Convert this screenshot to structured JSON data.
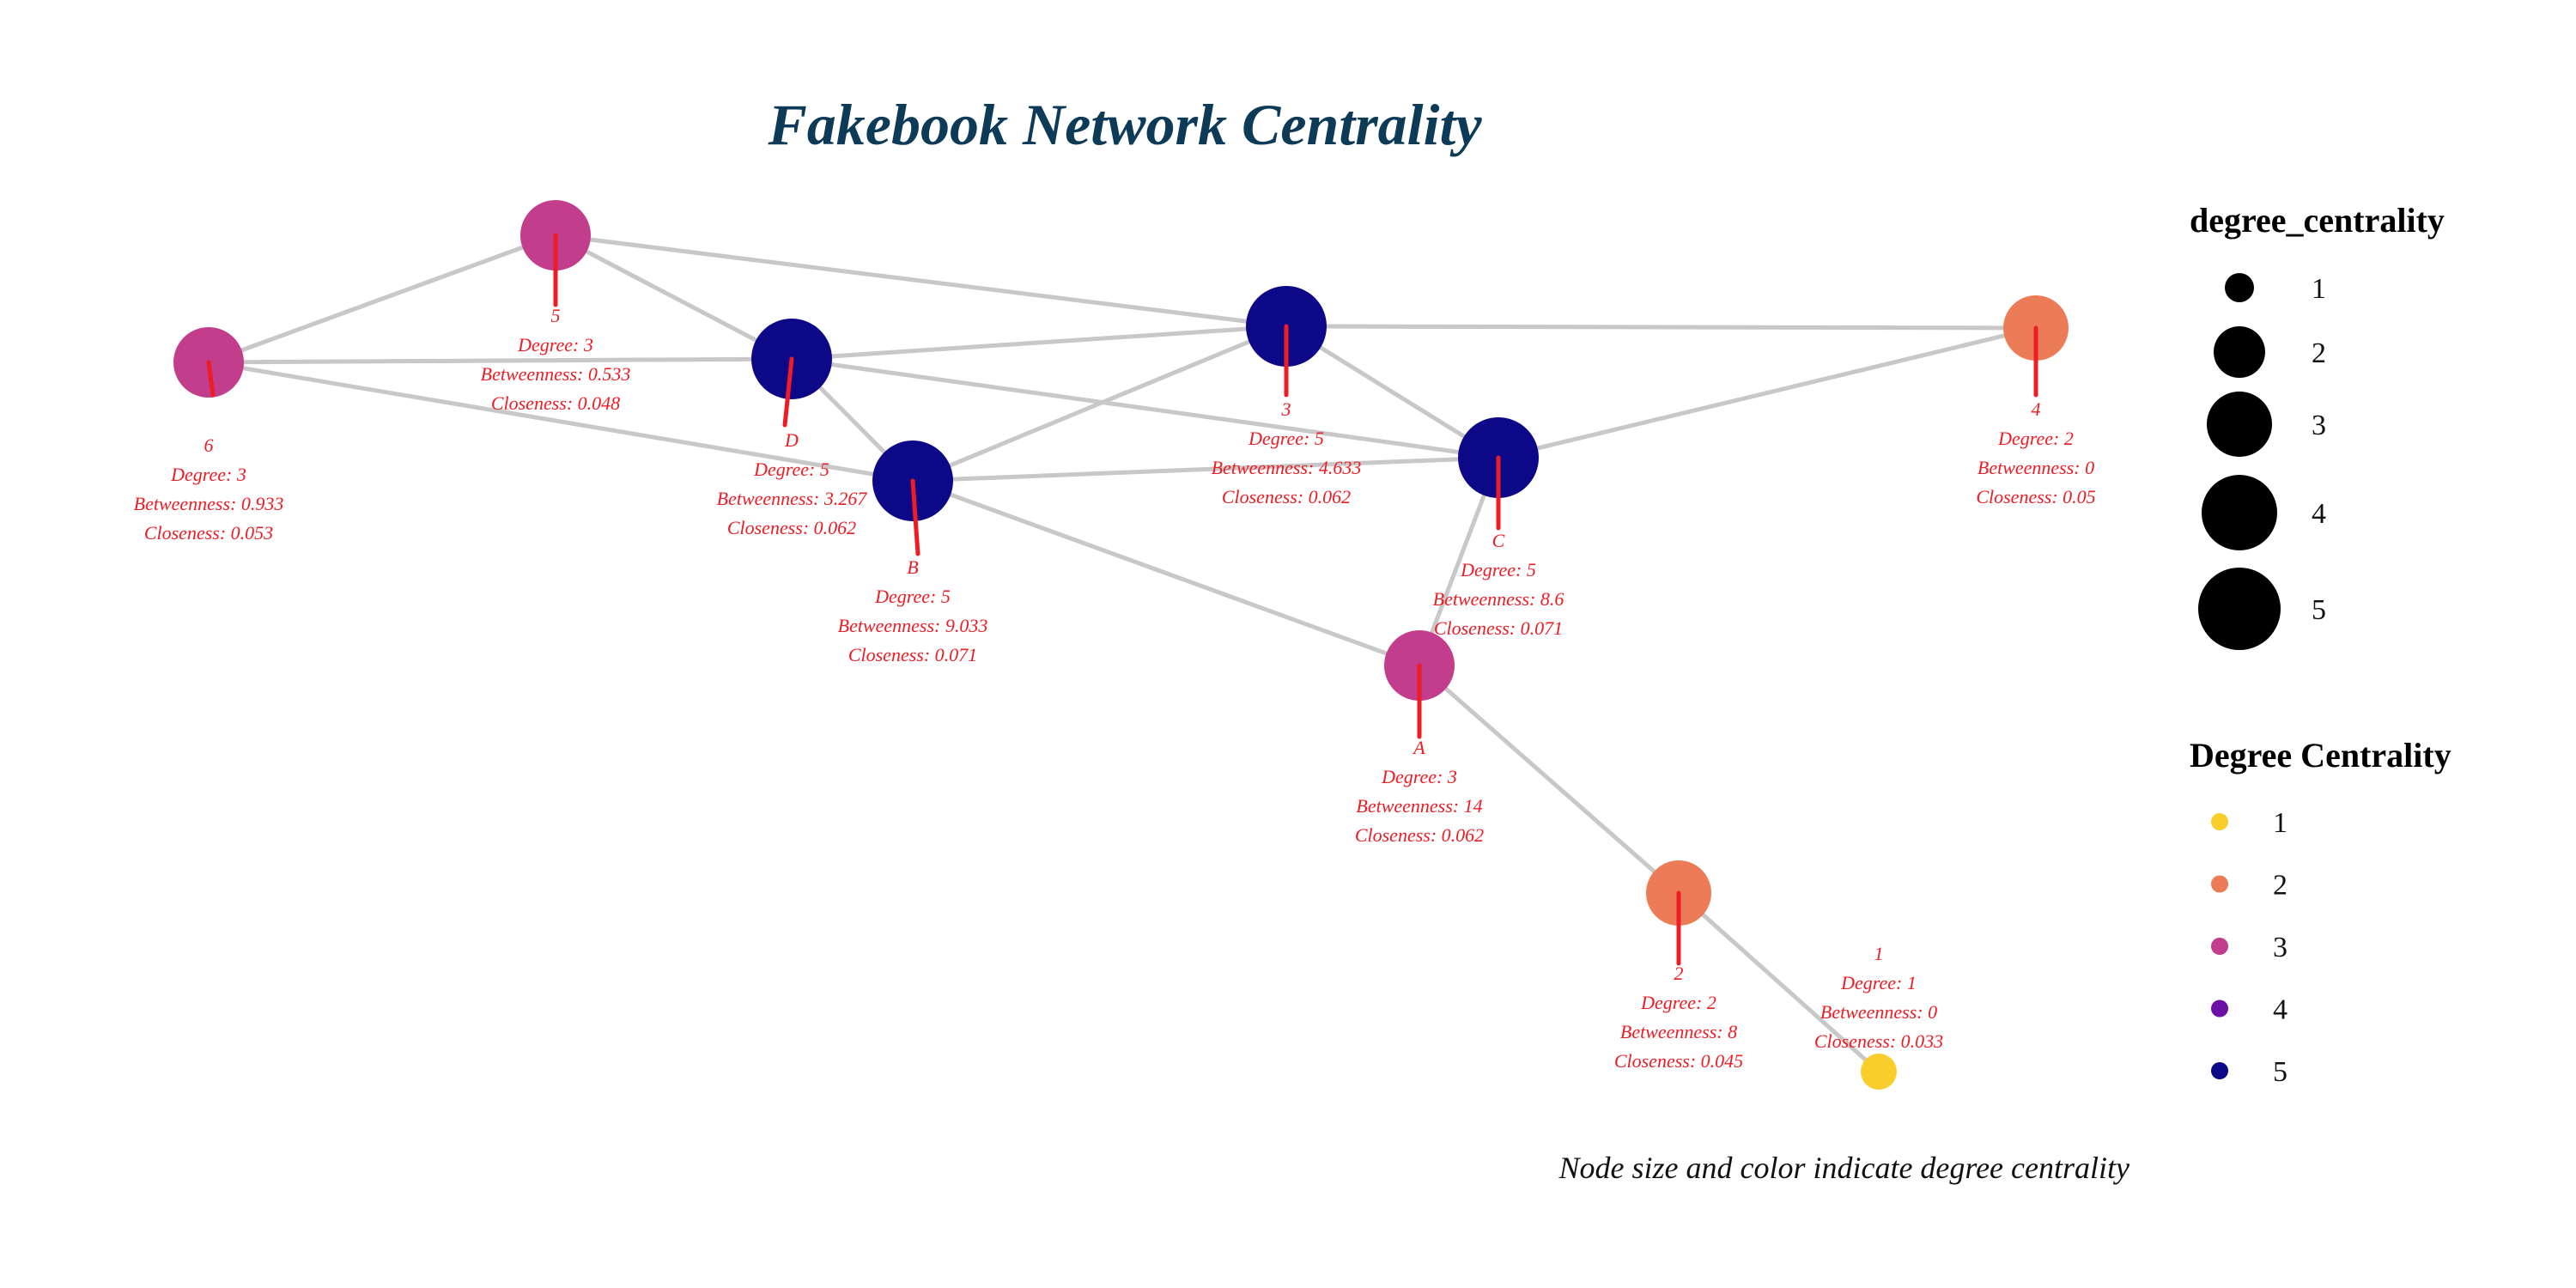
{
  "title": "Fakebook Network Centrality",
  "caption": "Node size and color indicate degree centrality",
  "colors": {
    "title": "#0d3b57",
    "edge": "#c8c8c8",
    "label": "#ee1c24",
    "tick": "#ee1c24",
    "size_legend": "#000000"
  },
  "degree_colors": {
    "1": "#f9ce2a",
    "2": "#ec7c57",
    "3": "#c23d8b",
    "4": "#6a10a6",
    "5": "#0d0887"
  },
  "legend_size": {
    "title": "degree_centrality",
    "items": [
      "1",
      "2",
      "3",
      "4",
      "5"
    ]
  },
  "legend_color": {
    "title": "Degree Centrality",
    "items": [
      "1",
      "2",
      "3",
      "4",
      "5"
    ]
  },
  "nodes": [
    {
      "id": "5",
      "degree": 3,
      "name_text": "5",
      "degree_text": "Degree: 3",
      "betweenness_text": "Betweenness: 0.533",
      "closeness_text": "Closeness: 0.048"
    },
    {
      "id": "6",
      "degree": 3,
      "name_text": "6",
      "degree_text": "Degree: 3",
      "betweenness_text": "Betweenness: 0.933",
      "closeness_text": "Closeness: 0.053"
    },
    {
      "id": "D",
      "degree": 5,
      "name_text": "D",
      "degree_text": "Degree: 5",
      "betweenness_text": "Betweenness: 3.267",
      "closeness_text": "Closeness: 0.062"
    },
    {
      "id": "B",
      "degree": 5,
      "name_text": "B",
      "degree_text": "Degree: 5",
      "betweenness_text": "Betweenness: 9.033",
      "closeness_text": "Closeness: 0.071"
    },
    {
      "id": "3",
      "degree": 5,
      "name_text": "3",
      "degree_text": "Degree: 5",
      "betweenness_text": "Betweenness: 4.633",
      "closeness_text": "Closeness: 0.062"
    },
    {
      "id": "C",
      "degree": 5,
      "name_text": "C",
      "degree_text": "Degree: 5",
      "betweenness_text": "Betweenness: 8.6",
      "closeness_text": "Closeness: 0.071"
    },
    {
      "id": "4",
      "degree": 2,
      "name_text": "4",
      "degree_text": "Degree: 2",
      "betweenness_text": "Betweenness: 0",
      "closeness_text": "Closeness: 0.05"
    },
    {
      "id": "A",
      "degree": 3,
      "name_text": "A",
      "degree_text": "Degree: 3",
      "betweenness_text": "Betweenness: 14",
      "closeness_text": "Closeness: 0.062"
    },
    {
      "id": "2",
      "degree": 2,
      "name_text": "2",
      "degree_text": "Degree: 2",
      "betweenness_text": "Betweenness: 8",
      "closeness_text": "Closeness: 0.045"
    },
    {
      "id": "1",
      "degree": 1,
      "name_text": "1",
      "degree_text": "Degree: 1",
      "betweenness_text": "Betweenness: 0",
      "closeness_text": "Closeness: 0.033"
    }
  ],
  "edges": [
    [
      "6",
      "5"
    ],
    [
      "6",
      "D"
    ],
    [
      "6",
      "B"
    ],
    [
      "5",
      "D"
    ],
    [
      "5",
      "3"
    ],
    [
      "D",
      "3"
    ],
    [
      "D",
      "C"
    ],
    [
      "D",
      "B"
    ],
    [
      "B",
      "3"
    ],
    [
      "B",
      "C"
    ],
    [
      "B",
      "A"
    ],
    [
      "3",
      "C"
    ],
    [
      "3",
      "4"
    ],
    [
      "C",
      "4"
    ],
    [
      "C",
      "A"
    ],
    [
      "A",
      "2"
    ],
    [
      "2",
      "1"
    ]
  ]
}
